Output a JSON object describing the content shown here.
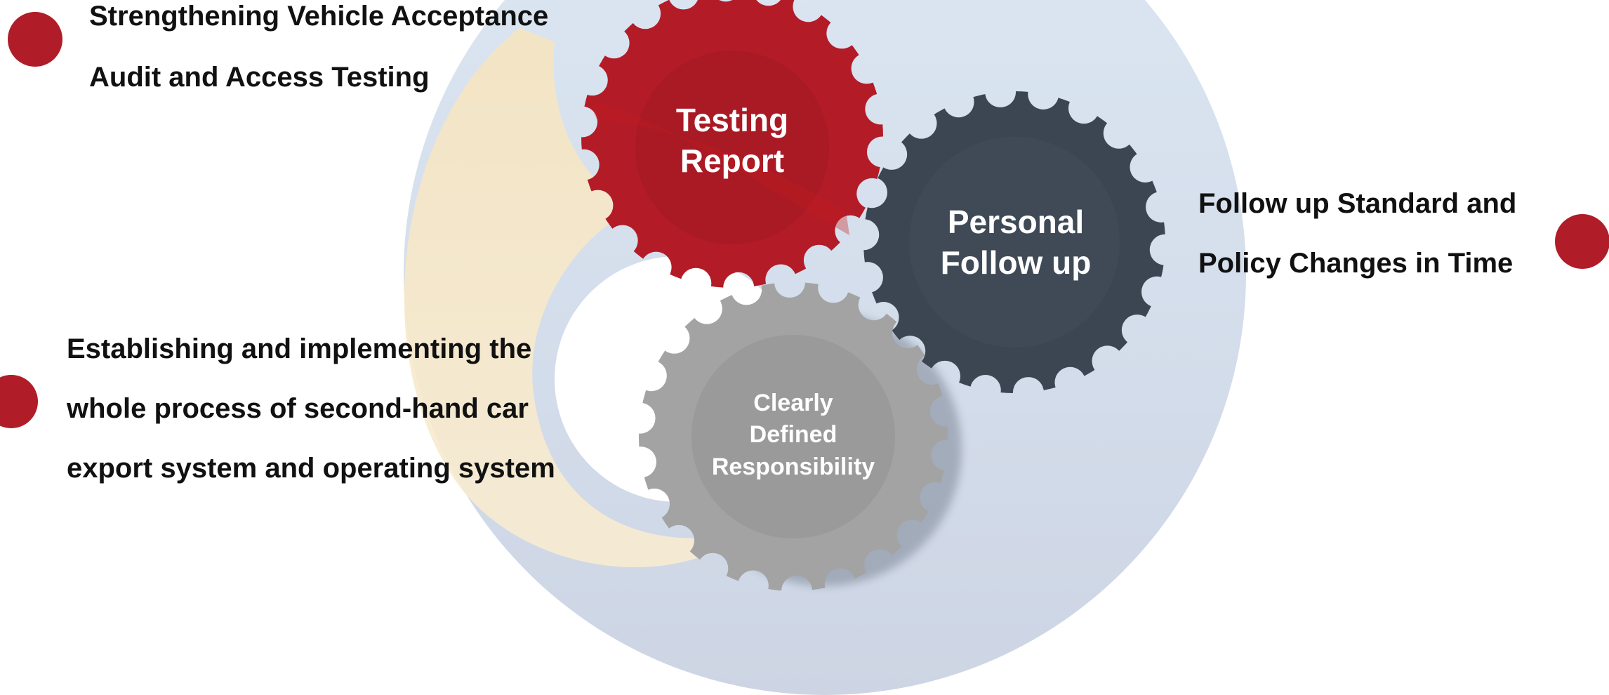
{
  "gears": {
    "testing": {
      "line1": "Testing",
      "line2": "Report",
      "color": "#b31b27"
    },
    "personal": {
      "line1": "Personal",
      "line2": "Follow up",
      "color": "#3c4652"
    },
    "clearly": {
      "line1": "Clearly",
      "line2": "Defined",
      "line3": "Responsibility",
      "color": "#a3a3a3"
    }
  },
  "items": {
    "top_left": {
      "line1": "Strengthening Vehicle Acceptance",
      "line2": "Audit and Access Testing"
    },
    "right": {
      "line1": "Follow up Standard and",
      "line2": "Policy Changes in Time"
    },
    "bottom_left": {
      "line1": "Establishing and implementing the",
      "line2": "whole process of second-hand car",
      "line3": "export system and operating system"
    }
  },
  "colors": {
    "accent_red": "#b01c27",
    "big_circle": "#d3dceb",
    "cream_swoosh": "#f5e6c4"
  }
}
